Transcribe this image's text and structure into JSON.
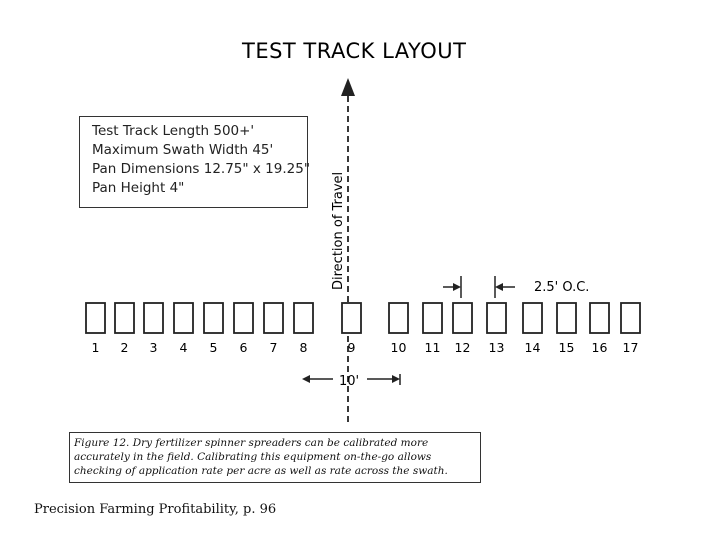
{
  "title": "TEST TRACK LAYOUT",
  "specs": [
    "Test Track Length 500+'",
    "Maximum Swath Width 45'",
    "Pan Dimensions 12.75\" x 19.25\"",
    "Pan Height 4\""
  ],
  "direction_label": "Direction of Travel",
  "pan_numbers": [
    "1",
    "2",
    "3",
    "4",
    "5",
    "6",
    "7",
    "8",
    "9",
    "10",
    "11",
    "12",
    "13",
    "14",
    "15",
    "16",
    "17"
  ],
  "spacing_label": "2.5' O.C.",
  "center_gap_label": "10'",
  "caption": "Figure 12. Dry fertilizer spinner spreaders can be calibrated more accurately in the field. Calibrating this equipment on-the-go allows checking of application rate per acre as well as rate across the swath.",
  "source": "Precision Farming Profitability,  p. 96"
}
